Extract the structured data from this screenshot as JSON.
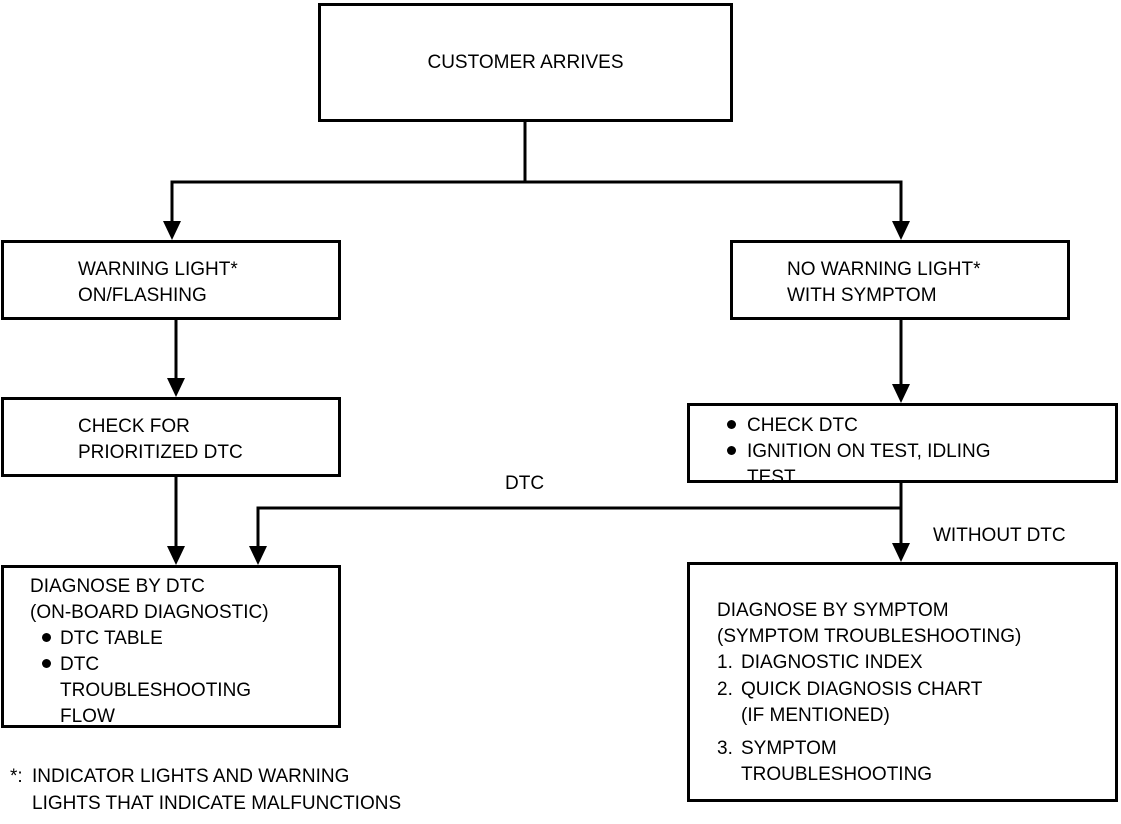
{
  "colors": {
    "background": "#ffffff",
    "line": "#000000",
    "text": "#000000"
  },
  "nodes": {
    "customer_arrives": {
      "label": "CUSTOMER ARRIVES"
    },
    "warning_light": {
      "lines": [
        "WARNING LIGHT*",
        "ON/FLASHING"
      ]
    },
    "no_warning_light": {
      "lines": [
        "NO WARNING LIGHT*",
        "WITH SYMPTOM"
      ]
    },
    "check_prioritized_dtc": {
      "lines": [
        "CHECK FOR",
        "PRIORITIZED DTC"
      ]
    },
    "check_dtc": {
      "bullets": [
        {
          "lines": [
            "CHECK DTC"
          ]
        },
        {
          "lines": [
            "IGNITION ON TEST, IDLING",
            "TEST"
          ]
        }
      ]
    },
    "diagnose_by_dtc": {
      "title_lines": [
        "DIAGNOSE BY DTC",
        "(ON-BOARD DIAGNOSTIC)"
      ],
      "bullets": [
        {
          "lines": [
            "DTC TABLE"
          ]
        },
        {
          "lines": [
            "DTC",
            "TROUBLESHOOTING",
            "FLOW"
          ]
        }
      ]
    },
    "diagnose_by_symptom": {
      "title_lines": [
        "DIAGNOSE BY SYMPTOM",
        "(SYMPTOM TROUBLESHOOTING)"
      ],
      "items": [
        {
          "num": "1.",
          "lines": [
            "DIAGNOSTIC INDEX"
          ]
        },
        {
          "num": "2.",
          "lines": [
            "QUICK DIAGNOSIS CHART",
            "(IF MENTIONED)"
          ]
        },
        {
          "num": "3.",
          "lines": [
            "SYMPTOM",
            "TROUBLESHOOTING"
          ]
        }
      ]
    }
  },
  "edge_labels": {
    "dtc": "DTC",
    "without_dtc": "WITHOUT DTC"
  },
  "footnote": {
    "prefix": "*:",
    "lines": [
      "INDICATOR LIGHTS AND WARNING",
      "LIGHTS THAT INDICATE MALFUNCTIONS"
    ]
  }
}
